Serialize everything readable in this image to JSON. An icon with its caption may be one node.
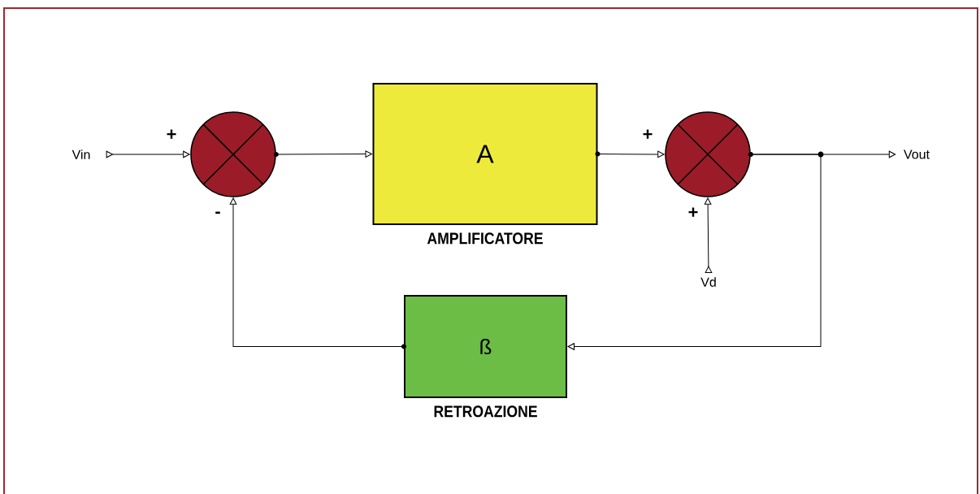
{
  "diagram": {
    "nodes": [
      {
        "text": [
          "Vin"
        ]
      },
      {
        "text": [],
        "shape": "circle"
      },
      {
        "text": [
          "A",
          "AMPLIFICATORE"
        ]
      },
      {
        "text": [],
        "shape": "circle"
      },
      {
        "text": [
          "Vd"
        ]
      },
      {
        "text": [
          "Vout"
        ]
      },
      {
        "text": [
          "ß",
          "RETROAZIONE"
        ]
      }
    ],
    "edges": [
      {
        "from": 0,
        "to": 1,
        "arrow": "to"
      },
      {
        "from": 1,
        "to": 2,
        "arrow": "to"
      },
      {
        "from": 2,
        "to": 3,
        "arrow": "to"
      },
      {
        "from": 4,
        "to": 3,
        "arrow": "to"
      },
      {
        "from": 3,
        "to": 5,
        "arrow": "to"
      },
      {
        "from": 3,
        "to": 6,
        "arrow": "to"
      },
      {
        "from": 6,
        "to": 1,
        "arrow": "to"
      }
    ],
    "labels": [
      "+",
      "+",
      "-",
      "+"
    ]
  }
}
